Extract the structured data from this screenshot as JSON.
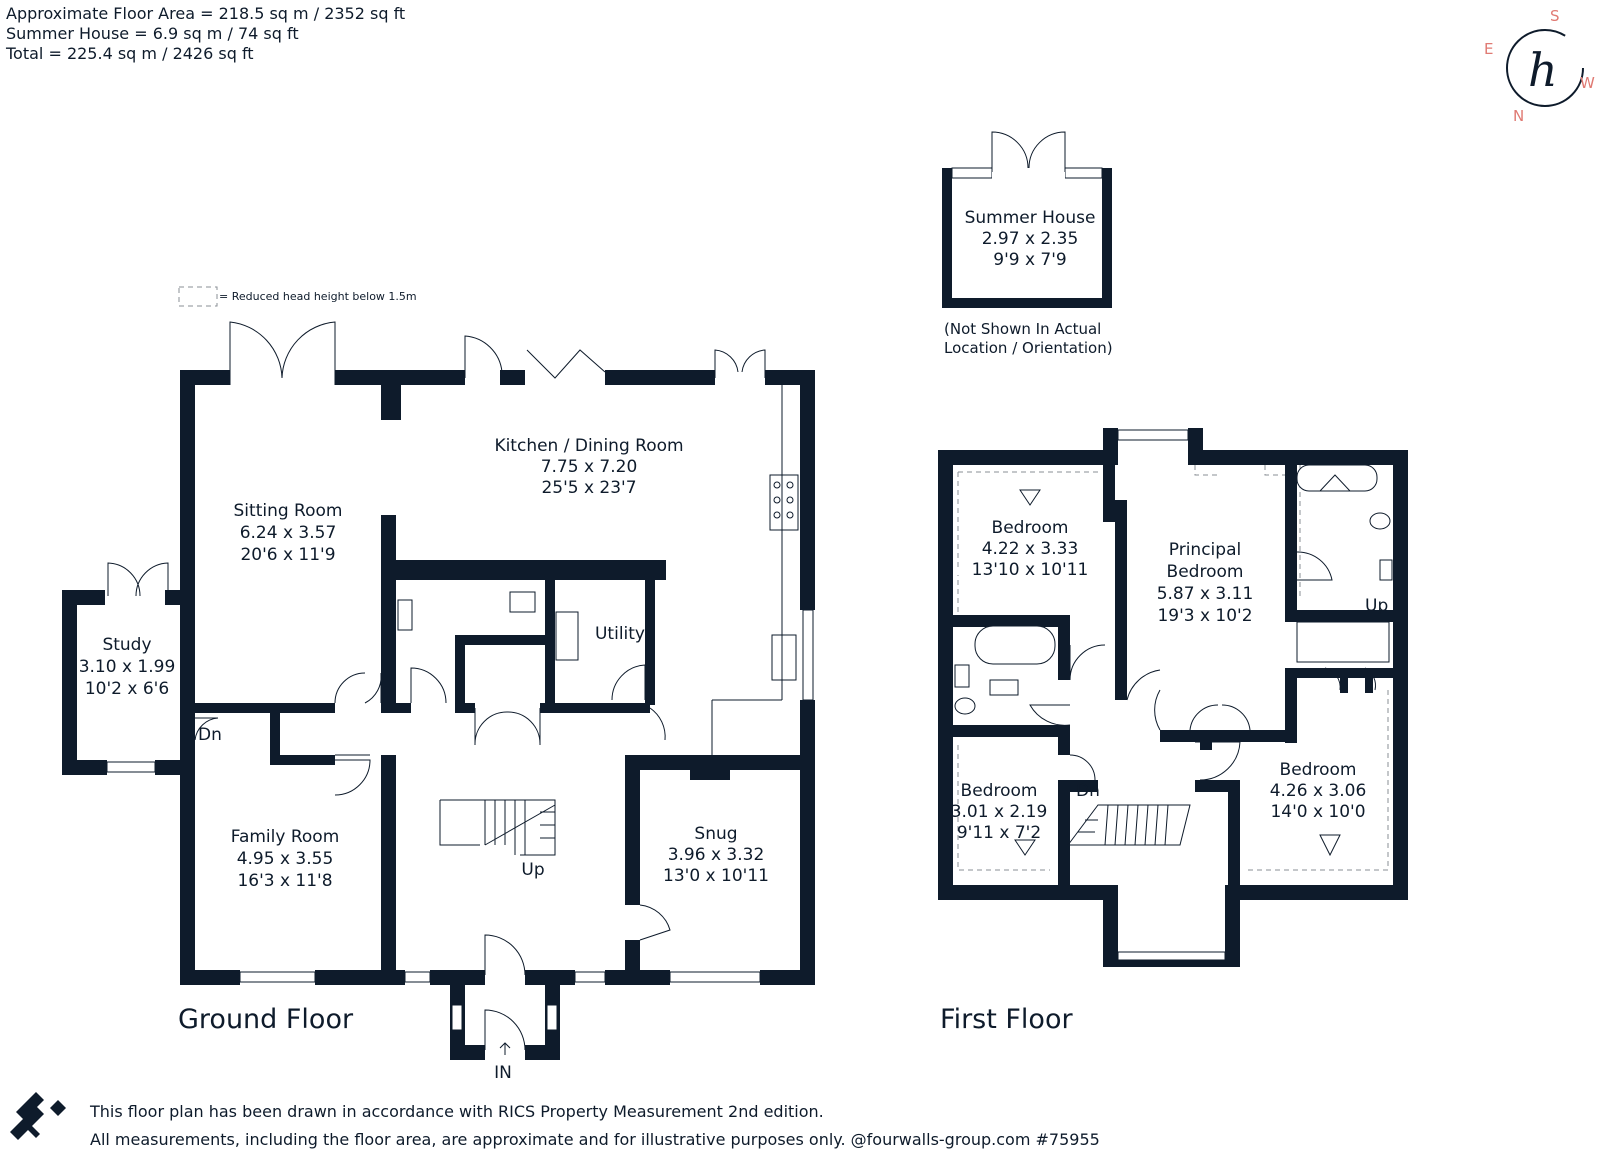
{
  "area_summary": {
    "line1": "Approximate Floor Area = 218.5 sq m / 2352 sq ft",
    "line2": "Summer House = 6.9 sq m / 74 sq ft",
    "line3": "Total = 225.4 sq m / 2426 sq ft"
  },
  "compass": {
    "s": "S",
    "e": "E",
    "w": "W",
    "n": "N",
    "logo": "h"
  },
  "legend": {
    "text": "= Reduced head height below 1.5m"
  },
  "summer_house": {
    "name": "Summer House",
    "metric": "2.97 x 2.35",
    "imperial": "9'9 x 7'9",
    "note1": "(Not Shown In Actual",
    "note2": "Location / Orientation)"
  },
  "ground_floor": {
    "title": "Ground Floor",
    "kitchen": {
      "name": "Kitchen / Dining Room",
      "metric": "7.75 x 7.20",
      "imperial": "25'5 x 23'7"
    },
    "sitting": {
      "name": "Sitting Room",
      "metric": "6.24 x 3.57",
      "imperial": "20'6 x 11'9"
    },
    "study": {
      "name": "Study",
      "metric": "3.10 x 1.99",
      "imperial": "10'2 x 6'6"
    },
    "utility": {
      "name": "Utility"
    },
    "family": {
      "name": "Family Room",
      "metric": "4.95 x 3.55",
      "imperial": "16'3 x 11'8"
    },
    "snug": {
      "name": "Snug",
      "metric": "3.96 x 3.32",
      "imperial": "13'0 x 10'11"
    },
    "up": "Up",
    "dn": "Dn",
    "in": "IN"
  },
  "first_floor": {
    "title": "First Floor",
    "bedroom1": {
      "name": "Bedroom",
      "metric": "4.22 x 3.33",
      "imperial": "13'10 x 10'11"
    },
    "principal": {
      "name1": "Principal",
      "name2": "Bedroom",
      "metric": "5.87 x 3.11",
      "imperial": "19'3 x 10'2"
    },
    "bedroom2": {
      "name": "Bedroom",
      "metric": "3.01 x 2.19",
      "imperial": "9'11 x 7'2"
    },
    "bedroom3": {
      "name": "Bedroom",
      "metric": "4.26 x 3.06",
      "imperial": "14'0 x 10'0"
    },
    "up": "Up",
    "dn": "Dn"
  },
  "footer": {
    "line1": "This floor plan has been drawn in accordance with RICS Property Measurement 2nd edition.",
    "line2": "All measurements, including the floor area, are approximate and for illustrative purposes only. @fourwalls-group.com #75955"
  }
}
